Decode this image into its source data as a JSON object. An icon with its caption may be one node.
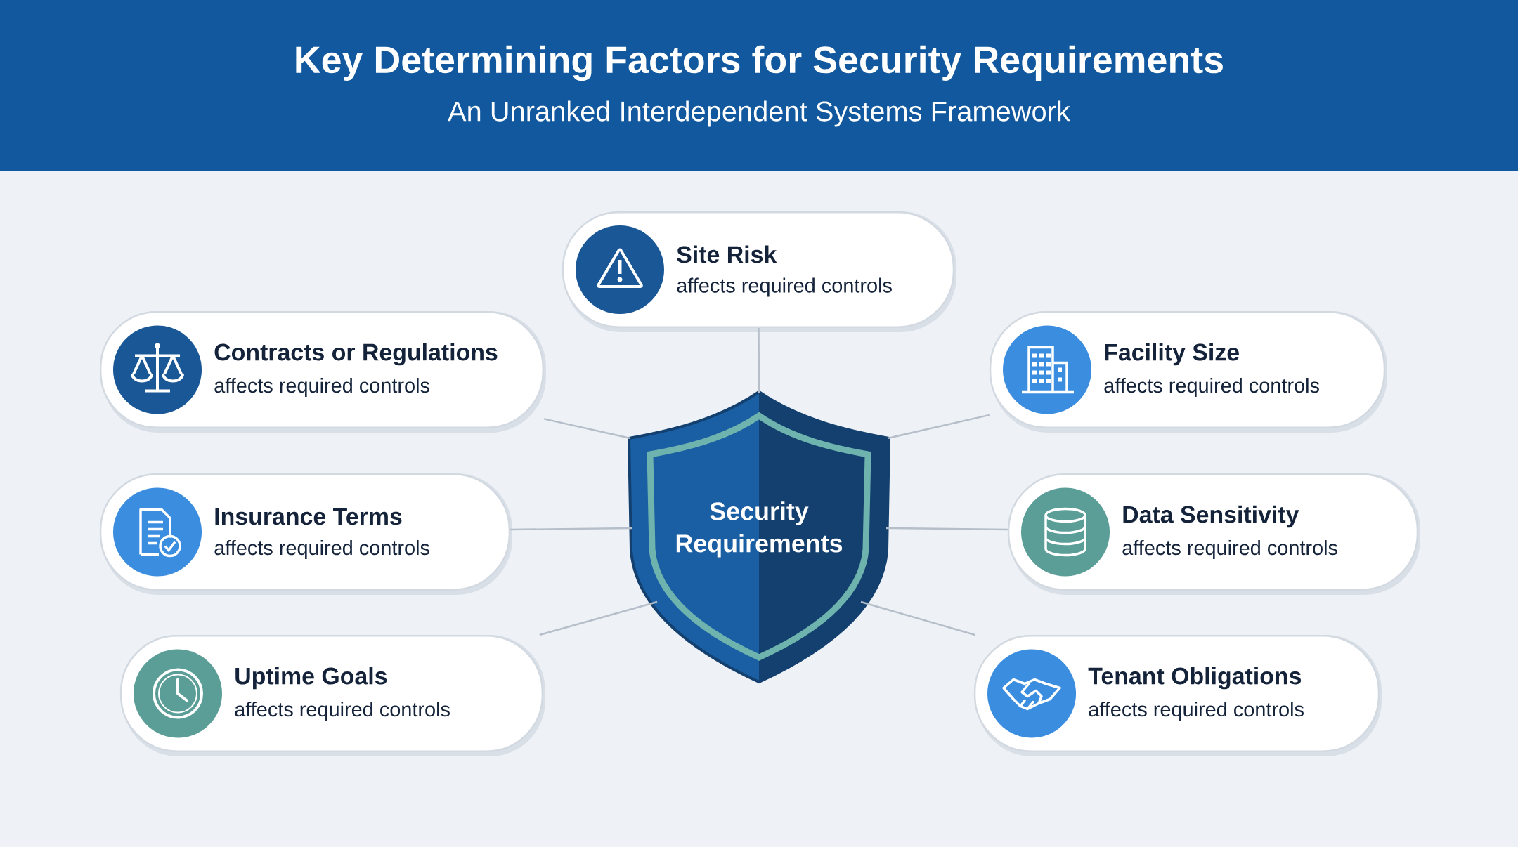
{
  "diagram": {
    "title": "Key Determining Factors for Security Requirements",
    "nodes": [
      {
        "text": [
          "Site Risk",
          "affects required controls"
        ]
      },
      {
        "text": [
          "Contracts or Regulations",
          "affects required controls"
        ]
      },
      {
        "text": [
          "Facility Size",
          "affects required controls"
        ]
      },
      {
        "text": [
          "Insurance Terms",
          "affects required controls"
        ]
      },
      {
        "text": [
          "Data Sensitivity",
          "affects required controls"
        ]
      },
      {
        "text": [
          "Uptime Goals",
          "affects required controls"
        ]
      },
      {
        "text": [
          "Tenant Obligations",
          "affects required controls"
        ]
      },
      {
        "text": [
          "Security Requirements"
        ]
      }
    ],
    "edges": [
      {
        "from": 7,
        "to": 0,
        "arrow": "none"
      },
      {
        "from": 7,
        "to": 1,
        "arrow": "none"
      },
      {
        "from": 7,
        "to": 2,
        "arrow": "none"
      },
      {
        "from": 7,
        "to": 3,
        "arrow": "none"
      },
      {
        "from": 7,
        "to": 4,
        "arrow": "none"
      },
      {
        "from": 7,
        "to": 5,
        "arrow": "none"
      },
      {
        "from": 7,
        "to": 6,
        "arrow": "none"
      }
    ],
    "labels": [
      "An Unranked Interdependent Systems Framework"
    ]
  }
}
